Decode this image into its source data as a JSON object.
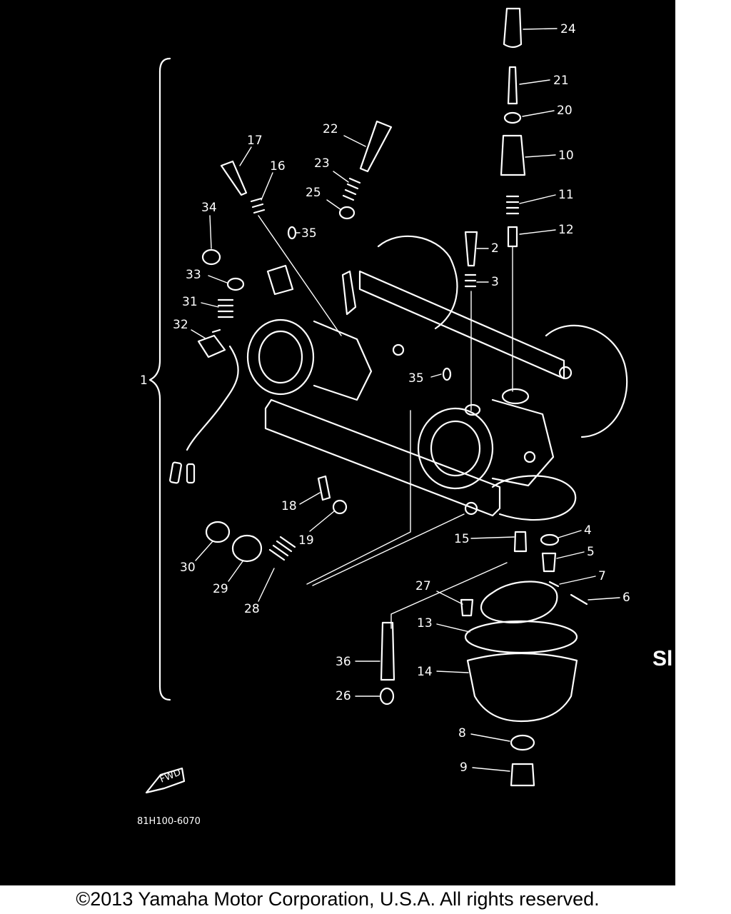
{
  "diagram": {
    "part_code": "81H100-6070",
    "fwd_label": "FWD",
    "cut_off_text": "Sl",
    "callouts": [
      "1",
      "2",
      "3",
      "4",
      "5",
      "6",
      "7",
      "8",
      "9",
      "10",
      "11",
      "12",
      "13",
      "14",
      "15",
      "16",
      "17",
      "18",
      "19",
      "20",
      "21",
      "22",
      "23",
      "24",
      "25",
      "26",
      "27",
      "28",
      "29",
      "30",
      "31",
      "32",
      "33",
      "34",
      "35",
      "35",
      "36"
    ]
  },
  "footer": {
    "copyright": "©2013 Yamaha Motor Corporation, U.S.A. All rights reserved."
  },
  "colors": {
    "background": "#000000",
    "linework": "#ffffff",
    "page": "#ffffff",
    "footer_text": "#000000"
  }
}
